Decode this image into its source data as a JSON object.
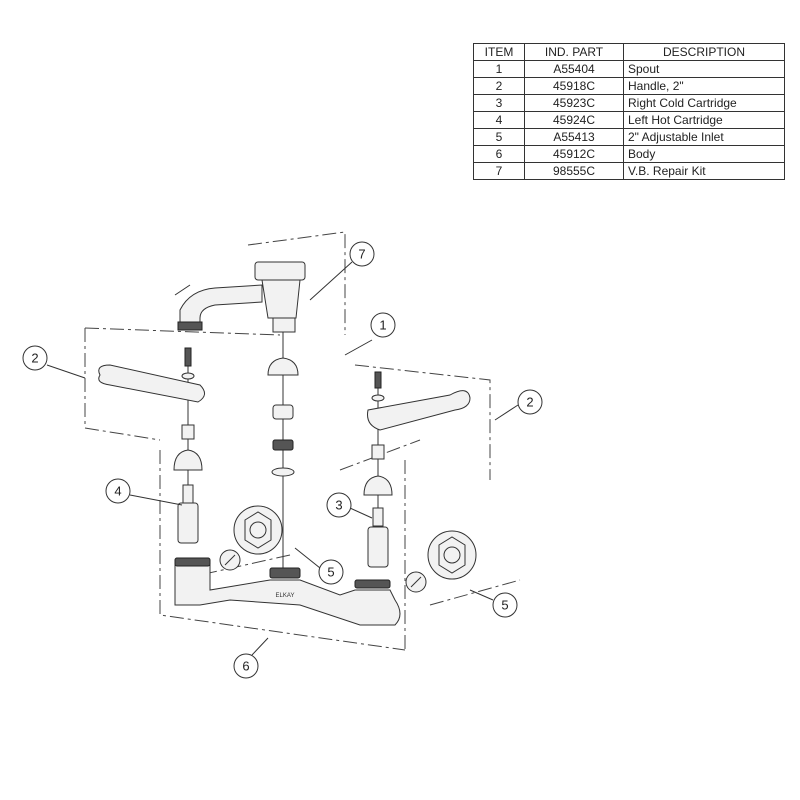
{
  "table": {
    "headers": [
      "ITEM",
      "IND. PART",
      "DESCRIPTION"
    ],
    "rows": [
      {
        "item": "1",
        "part": "A55404",
        "description": "Spout"
      },
      {
        "item": "2",
        "part": "45918C",
        "description": "Handle, 2\""
      },
      {
        "item": "3",
        "part": "45923C",
        "description": "Right Cold Cartridge"
      },
      {
        "item": "4",
        "part": "45924C",
        "description": "Left Hot Cartridge"
      },
      {
        "item": "5",
        "part": "A55413",
        "description": "2\" Adjustable Inlet"
      },
      {
        "item": "6",
        "part": "45912C",
        "description": "Body"
      },
      {
        "item": "7",
        "part": "98555C",
        "description": "V.B. Repair Kit"
      }
    ]
  },
  "diagram": {
    "brand_mark": "ELKAY",
    "callouts": [
      "1",
      "2",
      "2",
      "3",
      "4",
      "5",
      "5",
      "6",
      "7"
    ]
  }
}
